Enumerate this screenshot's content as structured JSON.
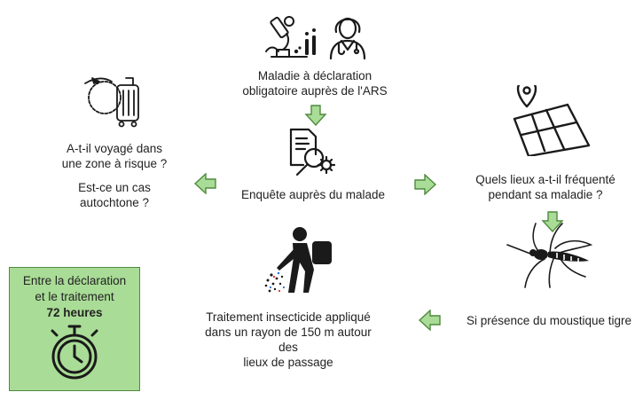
{
  "top": {
    "line1": "Maladie à déclaration",
    "line2": "obligatoire auprès de l'ARS",
    "icons": [
      "microscope-icon",
      "doctor-icon"
    ]
  },
  "center": {
    "label": "Enquête auprès du malade",
    "icon": "document-search-gear-icon"
  },
  "left": {
    "q1_line1": "A-t-il voyagé dans",
    "q1_line2": "une zone à risque ?",
    "q2_line1": "Est-ce un cas",
    "q2_line2": "autochtone ?",
    "icon": "travel-luggage-icon"
  },
  "right": {
    "line1": "Quels lieux a-t-il fréquenté",
    "line2": "pendant sa maladie ?",
    "icon": "map-pin-icon"
  },
  "mosquito": {
    "label": "Si présence du moustique tigre",
    "icon": "mosquito-icon"
  },
  "treatment": {
    "line1": "Traitement insecticide appliqué",
    "line2": "dans un rayon de 150 m autour des",
    "line3": "lieux de passage",
    "icon": "fogging-sprayer-icon"
  },
  "timebox": {
    "line1": "Entre la déclaration",
    "line2": "et le traitement",
    "line3": "72 heures",
    "icon": "stopwatch-icon"
  },
  "colors": {
    "arrow_fill": "#a9dc96",
    "arrow_stroke": "#4f8a3e",
    "box_fill": "#a9dc96",
    "icon": "#1a1a1a"
  }
}
